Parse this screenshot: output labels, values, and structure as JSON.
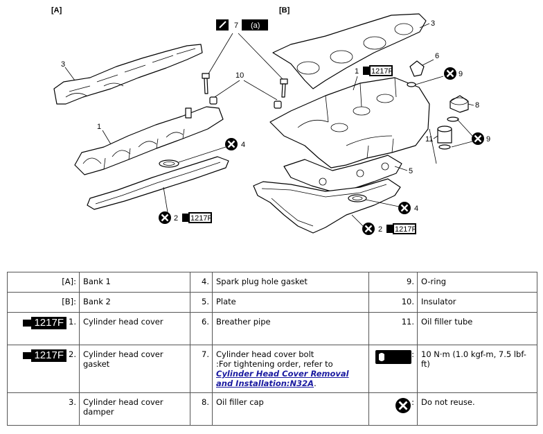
{
  "figure": {
    "bank_a_tag": "[A]",
    "bank_b_tag": "[B]",
    "sealant_code": "1217F",
    "torque_symbol": "(a)",
    "callouts_a": [
      "3",
      "1",
      "7",
      "10",
      "4",
      "2"
    ],
    "callouts_b": [
      "3",
      "1",
      "6",
      "9",
      "8",
      "11",
      "9",
      "5",
      "4",
      "2"
    ]
  },
  "legend": {
    "rows": [
      {
        "c1": {
          "key": "[A]:",
          "text": "Bank 1"
        },
        "c2": {
          "key": "4.",
          "text": "Spark plug hole gasket"
        },
        "c3": {
          "key": "9.",
          "text": "O-ring"
        }
      },
      {
        "c1": {
          "key": "[B]:",
          "text": "Bank 2"
        },
        "c2": {
          "key": "5.",
          "text": "Plate"
        },
        "c3": {
          "key": "10.",
          "text": "Insulator"
        }
      },
      {
        "c1": {
          "key": "1.",
          "text": "Cylinder head cover"
        },
        "c2": {
          "key": "6.",
          "text": "Breather pipe"
        },
        "c3": {
          "key": "11.",
          "text": "Oil filler tube"
        }
      },
      {
        "c1": {
          "key": "2.",
          "text": "Cylinder head cover gasket"
        },
        "c2": {
          "key": "7.",
          "text": "Cylinder head cover bolt",
          "note": ":For tightening order, refer to",
          "link": "Cylinder Head Cover Removal and Installation:N32A",
          "after": "."
        },
        "c3": {
          "key": ":",
          "text": "10 N·m (1.0 kgf-m, 7.5 lbf-ft)"
        }
      },
      {
        "c1": {
          "key": "3.",
          "text": "Cylinder head cover damper"
        },
        "c2": {
          "key": "8.",
          "text": "Oil filler cap"
        },
        "c3": {
          "key": ":",
          "text": "Do not reuse."
        }
      }
    ]
  }
}
